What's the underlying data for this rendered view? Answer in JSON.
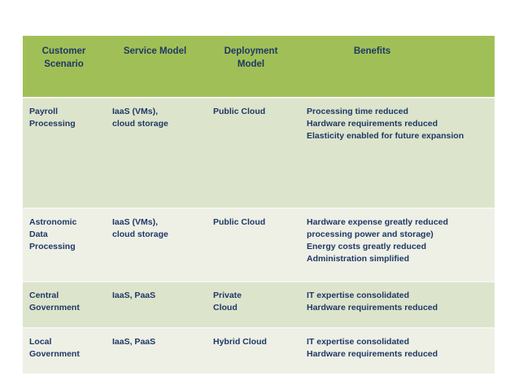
{
  "table": {
    "headers": [
      {
        "id": "customer-scenario",
        "label": "Customer\nScenario",
        "line1": "Customer",
        "line2": "Scenario"
      },
      {
        "id": "service-model",
        "label": "Service Model",
        "line1": "Service Model",
        "line2": ""
      },
      {
        "id": "deployment-model",
        "label": "Deployment\nModel",
        "line1": "Deployment",
        "line2": "Model"
      },
      {
        "id": "benefits",
        "label": "Benefits",
        "line1": "Benefits",
        "line2": ""
      }
    ],
    "rows": [
      {
        "id": "payroll-processing",
        "scenario": {
          "line1": "Payroll",
          "line2": "Processing",
          "line3": ""
        },
        "service": {
          "line1": "IaaS (VMs),",
          "line2": "cloud storage"
        },
        "deployment": {
          "line1": "Public Cloud",
          "line2": ""
        },
        "benefits": [
          "Processing time reduced",
          "Hardware requirements reduced",
          "Elasticity enabled for future expansion"
        ]
      },
      {
        "id": "astronomic-data-processing",
        "scenario": {
          "line1": "Astronomic",
          "line2": "Data",
          "line3": "Processing"
        },
        "service": {
          "line1": "IaaS (VMs),",
          "line2": "cloud storage"
        },
        "deployment": {
          "line1": "Public Cloud",
          "line2": ""
        },
        "benefits": [
          "Hardware expense greatly reduced",
          "processing power and storage)",
          "Energy costs greatly reduced",
          "Administration simplified"
        ]
      },
      {
        "id": "central-government",
        "scenario": {
          "line1": "Central",
          "line2": "Government",
          "line3": ""
        },
        "service": {
          "line1": "IaaS, PaaS",
          "line2": ""
        },
        "deployment": {
          "line1": "Private",
          "line2": "Cloud"
        },
        "benefits": [
          "IT expertise consolidated",
          "Hardware requirements reduced"
        ]
      },
      {
        "id": "local-government",
        "scenario": {
          "line1": "Local",
          "line2": "Government",
          "line3": ""
        },
        "service": {
          "line1": "IaaS, PaaS",
          "line2": ""
        },
        "deployment": {
          "line1": "Hybrid Cloud",
          "line2": ""
        },
        "benefits": [
          "IT expertise consolidated",
          "Hardware requirements reduced"
        ]
      }
    ]
  },
  "colors": {
    "header_background": "#a0c057",
    "text": "#1f3864",
    "row_band_dark": "#dde4cc",
    "row_band_light": "#eef0e6",
    "page_background": "#ffffff",
    "row_separator": "#f4f6ef"
  }
}
